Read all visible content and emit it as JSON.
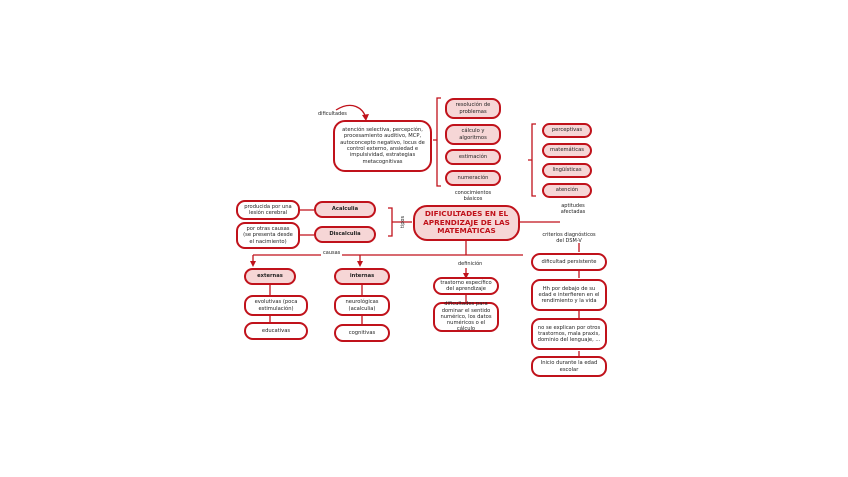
{
  "colors": {
    "accent": "#c0121b",
    "fill": "#f6d6d6",
    "text": "#222222"
  },
  "central": "DIFICULTADES EN EL APRENDIZAJE DE LAS MATEMÁTICAS",
  "links": {
    "dificultades": "dificultades",
    "tipos": "tipos",
    "causas": "causas",
    "definicion": "definición",
    "conocimientos_basicos": "conocimientos básicos",
    "aptitudes_afectadas": "aptitudes afectadas",
    "criterios": "criterios diagnósticos del DSM-V"
  },
  "dificultades_text": "atención selectiva, percepción, procesamiento auditivo, MCP, autoconcepto negativo, locus de control externo, ansiedad e impulsividad, estrategias metacognitivas",
  "conocimientos": [
    "resolución de problemas",
    "cálculo y algoritmos",
    "estimación",
    "numeración"
  ],
  "aptitudes": [
    "perceptivas",
    "matemáticas",
    "lingüísticas",
    "atención"
  ],
  "tipos": {
    "acalculia": "Acalculia",
    "acalculia_desc": "producida por una lesión cerebral",
    "discalculia": "Discalculia",
    "discalculia_desc": "por otras causas (se presenta desde el nacimiento)"
  },
  "causas": {
    "externas": "externas",
    "externas_items": [
      "evolutivas (poca estimulación)",
      "educativas"
    ],
    "internas": "internas",
    "internas_items": [
      "neurológicas (acalculia)",
      "cognitivas"
    ]
  },
  "definicion": [
    "trastorno específico del aprendizaje",
    "dificultades para dominar el sentido numérico, los datos numéricos o el cálculo"
  ],
  "criterios": [
    "dificultad persistente",
    "Hh por debajo de su edad e interfieren en el rendimiento y la vida",
    "no se explican por otros trastornos, mala praxis, dominio del lenguaje, ...",
    "Inicio durante la edad escolar"
  ]
}
